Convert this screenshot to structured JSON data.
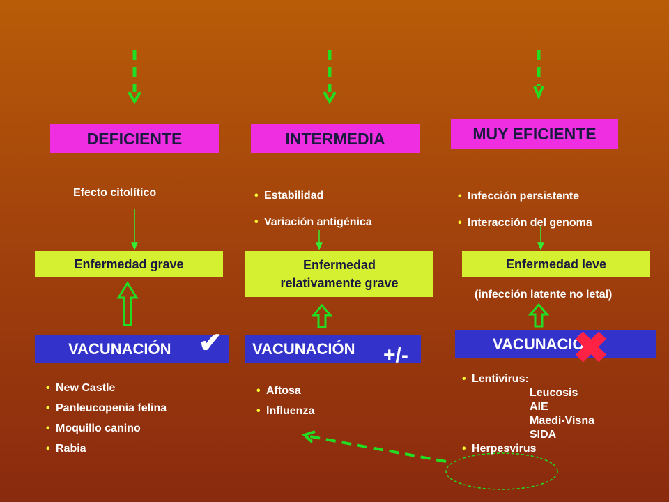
{
  "colors": {
    "accent_green": "#22dd22",
    "pink": "#ee2ee0",
    "lime": "#d4f030",
    "blue": "#3333cc",
    "cross": "#ff2244",
    "bullet": "#ffff33"
  },
  "columns": {
    "left": {
      "title": "DEFICIENTE",
      "effect": "Efecto citolítico",
      "disease": "Enfermedad grave",
      "vaccination": "VACUNACIÓN",
      "vaccination_mark": "✔",
      "examples": [
        "New Castle",
        "Panleucopenia felina",
        "Moquillo canino",
        "Rabia"
      ]
    },
    "middle": {
      "title": "INTERMEDIA",
      "features": [
        "Estabilidad",
        "Variación antigénica"
      ],
      "disease_line1": "Enfermedad",
      "disease_line2": "relativamente grave",
      "vaccination": "VACUNACIÓN",
      "vaccination_mark": "+/-",
      "examples": [
        "Aftosa",
        "Influenza"
      ]
    },
    "right": {
      "title": "MUY EFICIENTE",
      "features": [
        "Infección persistente",
        "Interacción del genoma"
      ],
      "disease": "Enfermedad leve",
      "note": "(infección latente no letal)",
      "vaccination": "VACUNACIÓN",
      "vaccination_mark": "✖",
      "lentivirus_label": "Lentivirus:",
      "lentivirus_items": [
        "Leucosis",
        "AIE",
        "Maedi-Visna",
        "SIDA"
      ],
      "herpes": "Herpesvirus"
    }
  }
}
